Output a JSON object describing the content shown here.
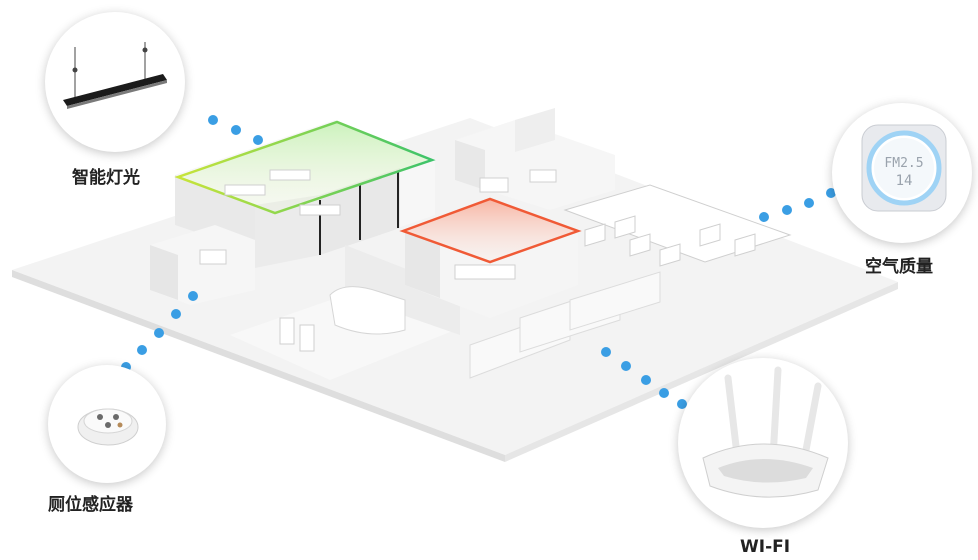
{
  "devices": {
    "smart_lighting": "智能灯光",
    "air_quality": "空气质量",
    "toilet_sensor": "厕位感应器",
    "wifi": "WI-FI"
  },
  "air_sensor_screen": {
    "line1": "FM2.5",
    "line2": "14"
  },
  "colors": {
    "dot": "#3a9ee4",
    "lighting_zone": "#7fd13b",
    "lighting_zone_alt": "#c8e43a",
    "meeting_zone": "#f05a36",
    "floor": "#f2f2f2"
  }
}
